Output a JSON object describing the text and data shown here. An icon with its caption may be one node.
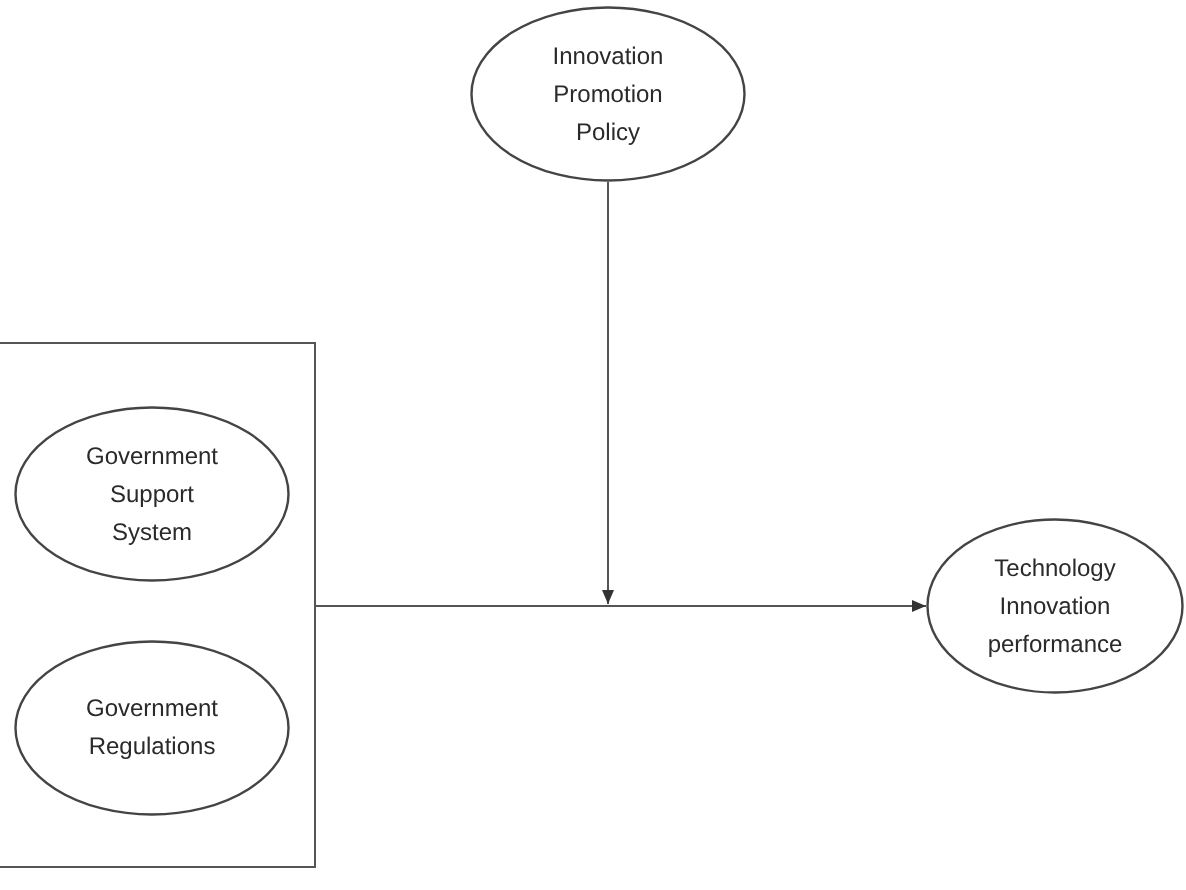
{
  "diagram": {
    "nodes": [
      {
        "text": [
          "Innovation Promotion Policy"
        ]
      },
      {
        "text": [],
        "shape": "box"
      },
      {
        "text": [
          "Government Support System"
        ],
        "in": 1
      },
      {
        "text": [
          "Government Regulations"
        ],
        "in": 1
      },
      {
        "text": [
          "Technology Innovation performance"
        ]
      }
    ],
    "edges": [
      {
        "from": 1,
        "to": 4,
        "arrow": "to"
      },
      {
        "from": 0,
        "to": null,
        "arrow": "to"
      }
    ]
  }
}
